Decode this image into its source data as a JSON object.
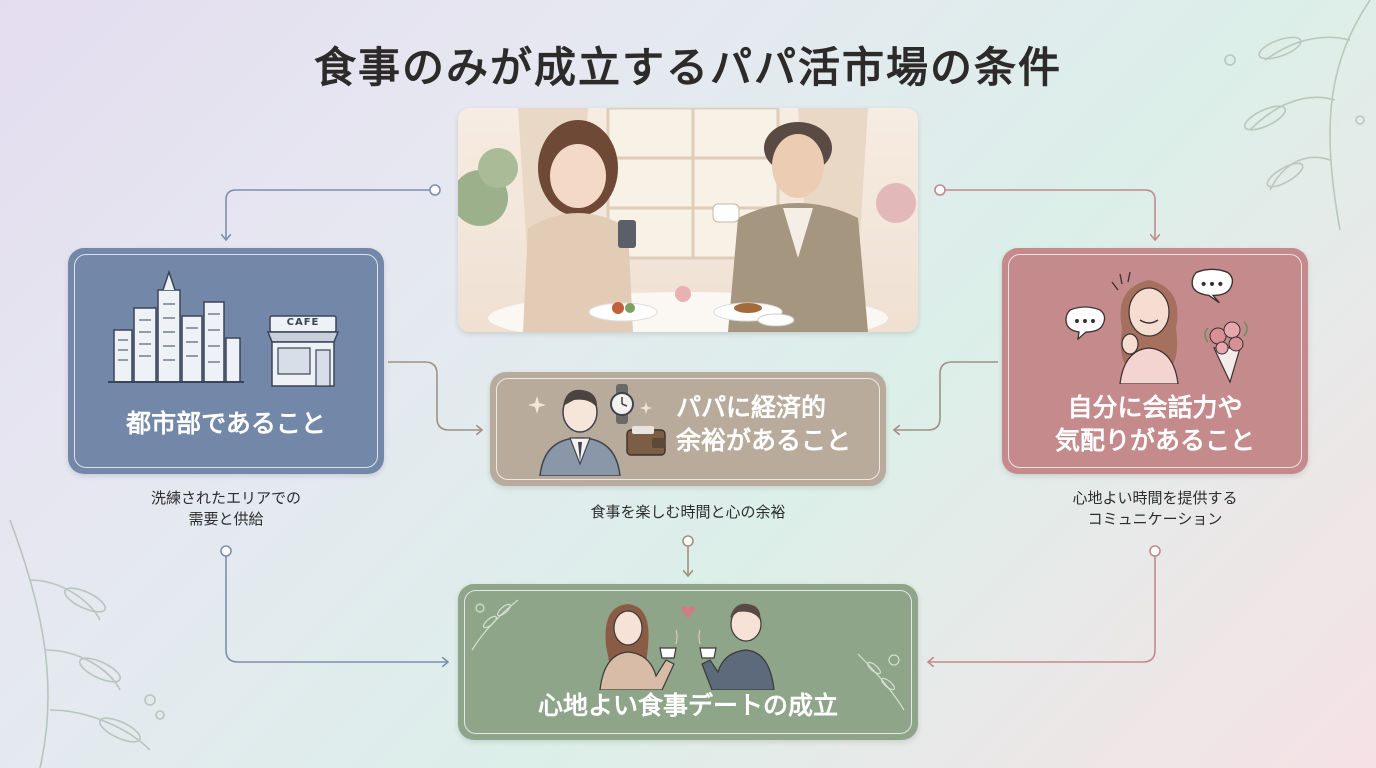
{
  "title": "食事のみが成立するパパ活市場の条件",
  "colors": {
    "blue": "#7388a8",
    "taupe": "#b9ab9c",
    "rose": "#c58a8c",
    "sage": "#8ea58a",
    "connector_blue": "#7d8fb0",
    "connector_taupe": "#9e9186",
    "connector_rose": "#c08a8c"
  },
  "cards": {
    "urban": {
      "label": "都市部であること",
      "caption": "洗練されたエリアでの\n需要と供給",
      "sign": "CAFE"
    },
    "wealth": {
      "label_line1": "パパに経済的",
      "label_line2": "余裕があること",
      "caption": "食事を楽しむ時間と心の余裕"
    },
    "conversation": {
      "label_line1": "自分に会話力や",
      "label_line2": "気配りがあること",
      "caption": "心地よい時間を提供する\nコミュニケーション"
    },
    "result": {
      "label": "心地よい食事デートの成立"
    }
  },
  "icons": [
    "city-skyline-icon",
    "cafe-icon",
    "businessman-icon",
    "wristwatch-icon",
    "wallet-icon",
    "sparkle-icon",
    "woman-smiling-icon",
    "speech-bubble-icon",
    "bouquet-icon",
    "couple-toasting-icon",
    "heart-icon",
    "leaf-branch-icon"
  ]
}
